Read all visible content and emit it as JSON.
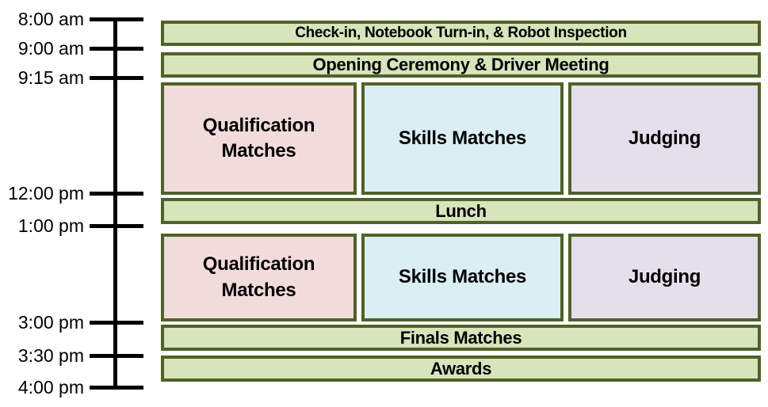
{
  "timeline": {
    "times": [
      {
        "label": "8:00 am",
        "time": "8:00 am"
      },
      {
        "label": "9:00 am",
        "time": "9:00 am"
      },
      {
        "label": "9:15 am",
        "time": "9:15 am"
      },
      {
        "label": "12:00 pm",
        "time": "12:00 pm"
      },
      {
        "label": "1:00 pm",
        "time": "1:00 pm"
      },
      {
        "label": "3:00 pm",
        "time": "3:00 pm"
      },
      {
        "label": "3:30 pm",
        "time": "3:30 pm"
      },
      {
        "label": "4:00 pm",
        "time": "4:00 pm"
      }
    ]
  },
  "events": {
    "checkin": {
      "label": "Check-in, Notebook Turn-in, & Robot Inspection",
      "start": "8:00 am",
      "end": "9:00 am"
    },
    "opening": {
      "label": "Opening Ceremony & Driver Meeting",
      "start": "9:00 am",
      "end": "9:15 am"
    },
    "morning": {
      "qualification": {
        "label": "Qualification Matches",
        "start": "9:15 am",
        "end": "12:00 pm"
      },
      "skills": {
        "label": "Skills Matches",
        "start": "9:15 am",
        "end": "12:00 pm"
      },
      "judging": {
        "label": "Judging",
        "start": "9:15 am",
        "end": "12:00 pm"
      }
    },
    "lunch": {
      "label": "Lunch",
      "start": "12:00 pm",
      "end": "1:00 pm"
    },
    "afternoon": {
      "qualification": {
        "label": "Qualification Matches",
        "start": "1:00 pm",
        "end": "3:00 pm"
      },
      "skills": {
        "label": "Skills Matches",
        "start": "1:00 pm",
        "end": "3:00 pm"
      },
      "judging": {
        "label": "Judging",
        "start": "1:00 pm",
        "end": "3:00 pm"
      }
    },
    "finals": {
      "label": "Finals Matches",
      "start": "3:00 pm",
      "end": "3:30 pm"
    },
    "awards": {
      "label": "Awards",
      "start": "3:30 pm",
      "end": "4:00 pm"
    }
  },
  "colors": {
    "general_event_fill": "#D7E4BC",
    "block_border": "#4F6228",
    "qualification_fill": "#F2DCDB",
    "skills_fill": "#DAEEF3",
    "judging_fill": "#E5DFEC",
    "timeline": "#000000",
    "text": "#000000"
  }
}
